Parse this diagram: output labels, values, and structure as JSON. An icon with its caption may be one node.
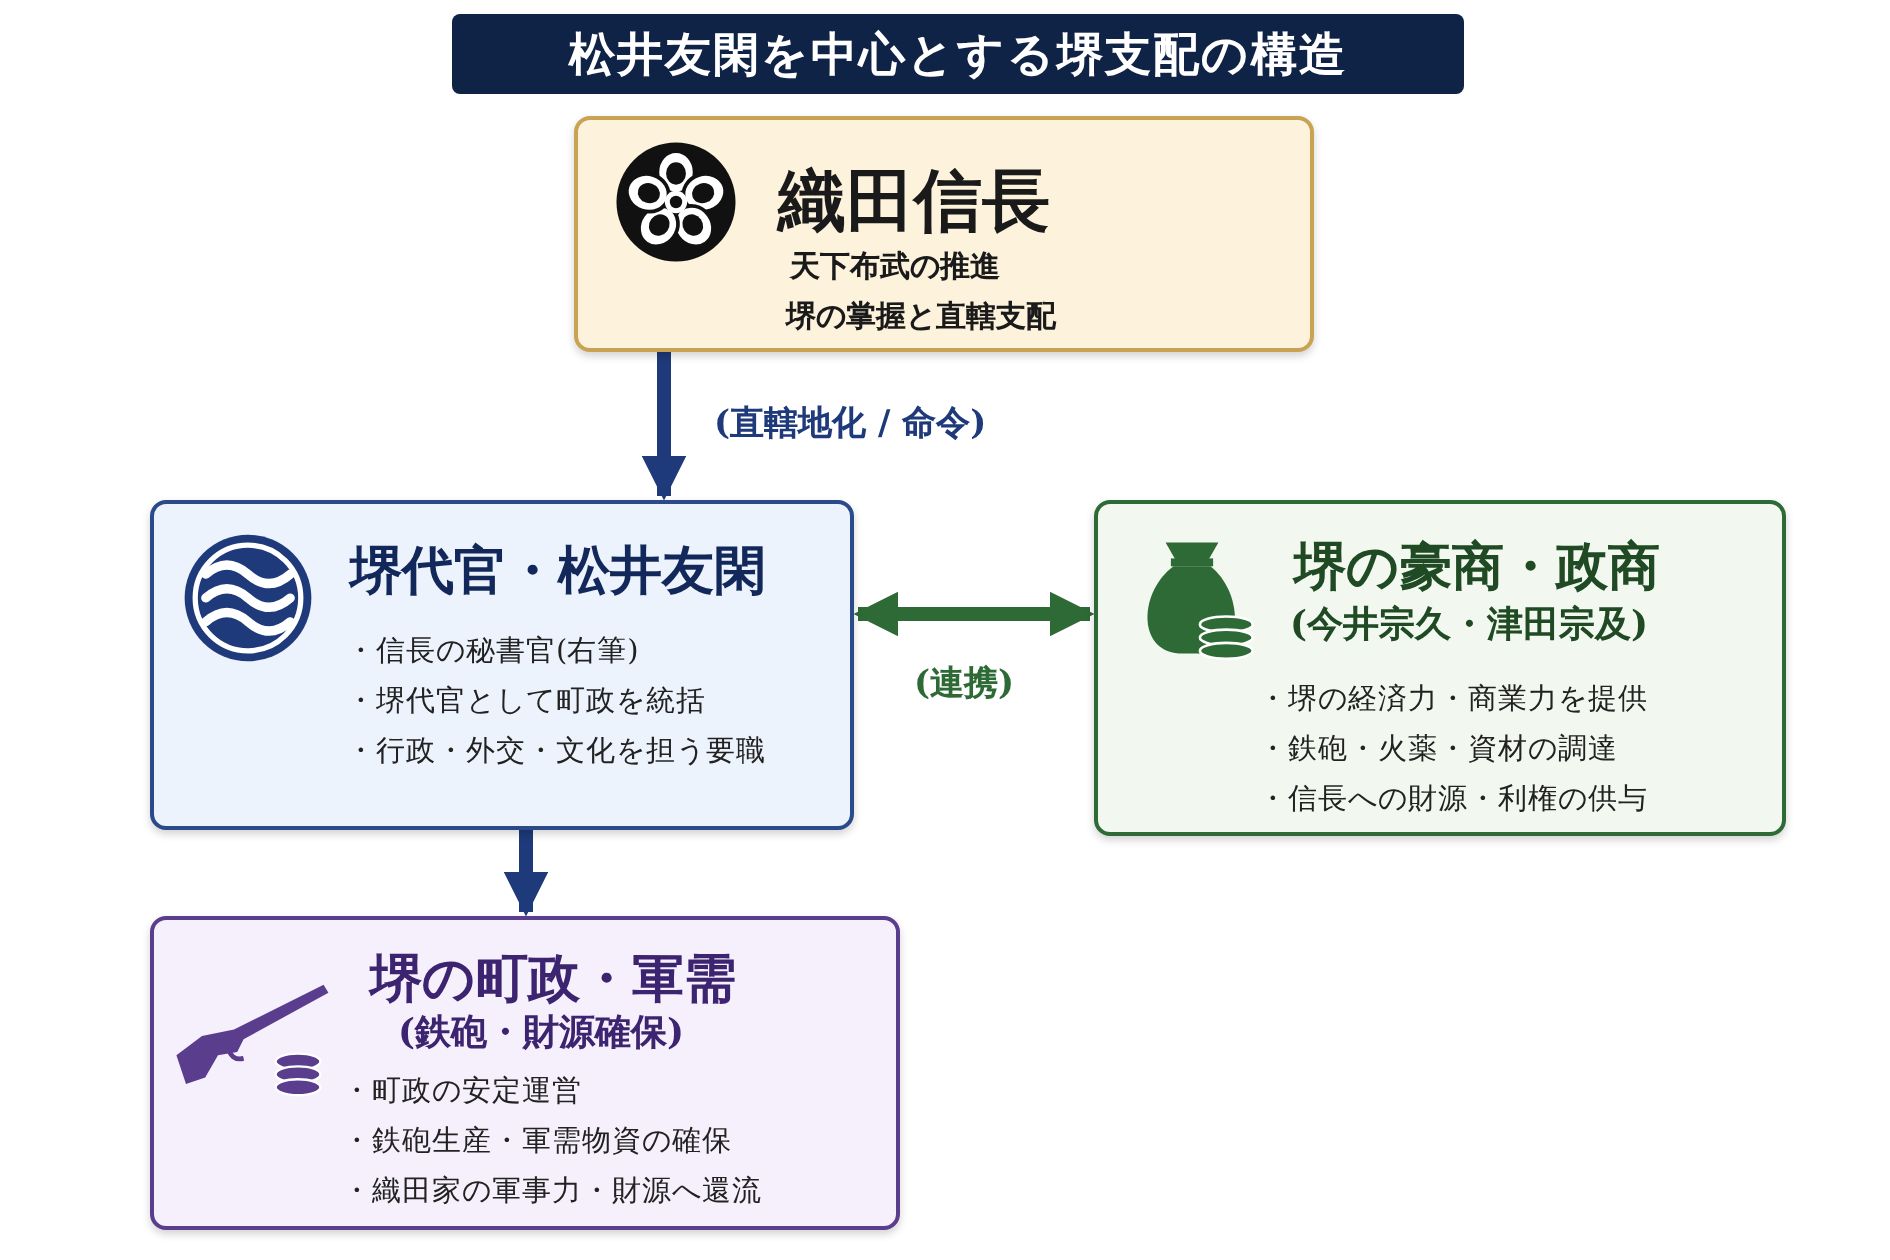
{
  "diagram": {
    "title": "松井友閑を中心とする堺支配の構造",
    "nodes": [
      {
        "text": [
          "織田信長",
          "天下布武の推進",
          "堺の掌握と直轄支配"
        ]
      },
      {
        "text": [
          "堺代官・松井友閑",
          "・信長の秘書官(右筆)",
          "・堺代官として町政を統括",
          "・行政・外交・文化を担う要職"
        ]
      },
      {
        "text": [
          "堺の豪商・政商",
          "(今井宗久・津田宗及)",
          "・堺の経済力・商業力を提供",
          "・鉄砲・火薬・資材の調達",
          "・信長への財源・利権の供与"
        ]
      },
      {
        "text": [
          "堺の町政・軍需",
          "(鉄砲・財源確保)",
          "・町政の安定運営",
          "・鉄砲生産・軍需物資の確保",
          "・織田家の軍事力・財源へ還流"
        ]
      }
    ],
    "edges": [
      {
        "from": 0,
        "to": 1,
        "arrow": "to",
        "label": "(直轄地化 / 命令)"
      },
      {
        "from": 1,
        "to": 2,
        "arrow": "both",
        "label": "(連携)",
        "color": "#2e6a35"
      },
      {
        "from": 1,
        "to": 3,
        "arrow": "to"
      }
    ]
  }
}
